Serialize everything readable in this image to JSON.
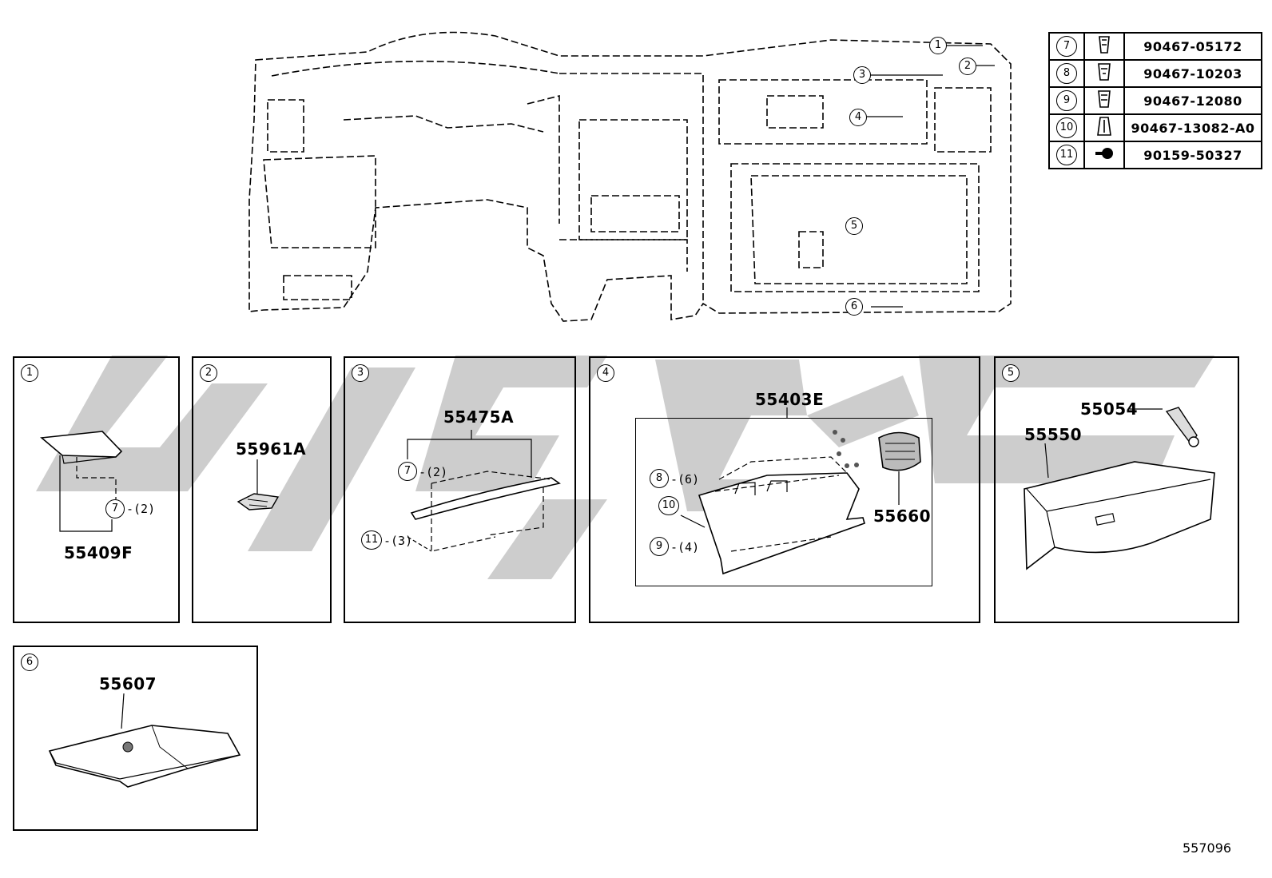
{
  "legend": [
    {
      "num": "7",
      "part": "90467-05172",
      "icon": "clip-icon"
    },
    {
      "num": "8",
      "part": "90467-10203",
      "icon": "clip-icon"
    },
    {
      "num": "9",
      "part": "90467-12080",
      "icon": "clip-icon"
    },
    {
      "num": "10",
      "part": "90467-13082-A0",
      "icon": "clip-icon"
    },
    {
      "num": "11",
      "part": "90159-50327",
      "icon": "screw-icon"
    }
  ],
  "overview": {
    "callouts": [
      "1",
      "2",
      "3",
      "4",
      "5",
      "6"
    ]
  },
  "panels": [
    {
      "num": "1",
      "parts": [
        "55409F"
      ],
      "refs": [
        {
          "num": "7",
          "qty": "-(2)"
        }
      ]
    },
    {
      "num": "2",
      "parts": [
        "55961A"
      ],
      "refs": []
    },
    {
      "num": "3",
      "parts": [
        "55475A"
      ],
      "refs": [
        {
          "num": "7",
          "qty": "-(2)"
        },
        {
          "num": "11",
          "qty": "-(3)"
        }
      ]
    },
    {
      "num": "4",
      "parts": [
        "55403E",
        "55660"
      ],
      "refs": [
        {
          "num": "8",
          "qty": "-(6)"
        },
        {
          "num": "10",
          "qty": ""
        },
        {
          "num": "9",
          "qty": "-(4)"
        }
      ]
    },
    {
      "num": "5",
      "parts": [
        "55054",
        "55550"
      ],
      "refs": []
    },
    {
      "num": "6",
      "parts": [
        "55607"
      ],
      "refs": []
    }
  ],
  "diagram_id": "557096"
}
